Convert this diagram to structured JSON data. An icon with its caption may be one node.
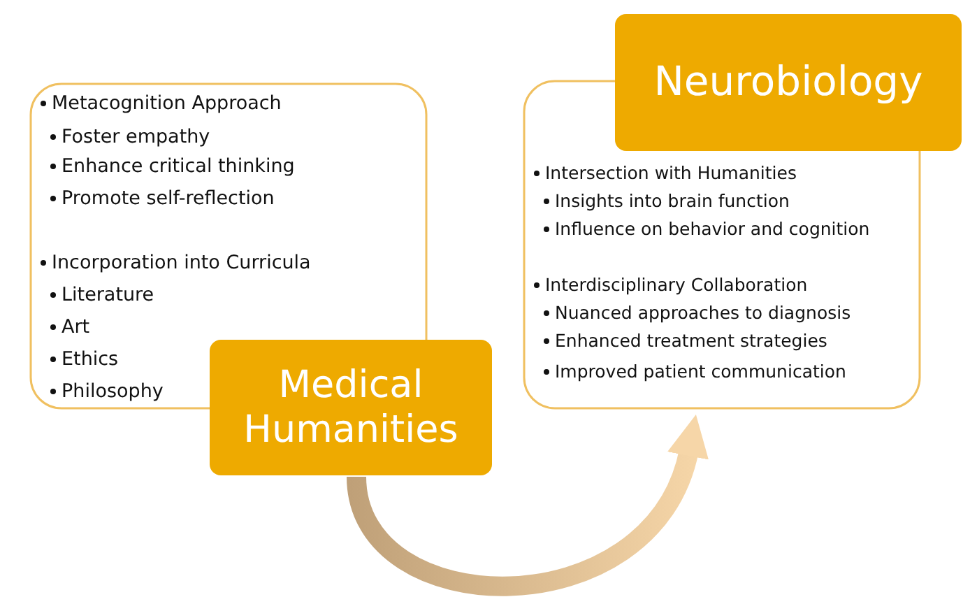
{
  "diagram": {
    "nodes": [
      {
        "text": [
          "Metacognition Approach",
          "Foster empathy",
          "Enhance critical thinking",
          "Promote self-reflection",
          "Incorporation into Curricula",
          "Literature",
          "Art",
          "Ethics",
          "Philosophy"
        ]
      },
      {
        "text": [
          "Medical Humanities"
        ]
      },
      {
        "text": [
          "Intersection with Humanities",
          "Insights into brain function",
          "Influence on behavior and cognition",
          "Interdisciplinary Collaboration",
          "Nuanced approaches to diagnosis",
          "Enhanced treatment strategies",
          "Improved patient communication"
        ]
      },
      {
        "text": [
          "Neurobiology"
        ]
      }
    ],
    "edges": [
      {
        "from": 1,
        "to": 2,
        "arrow": "to",
        "style": "thick"
      }
    ]
  }
}
